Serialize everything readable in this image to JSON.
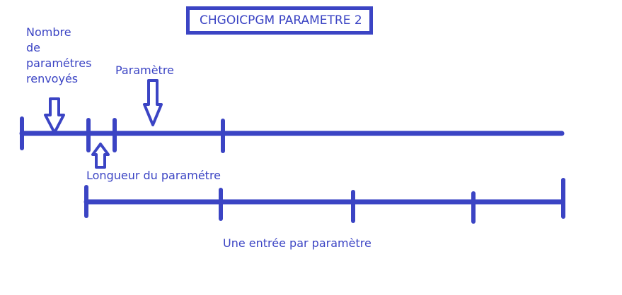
{
  "colors": {
    "stroke": "#3b44c4",
    "text": "#3b44c4",
    "background": "#ffffff"
  },
  "title": "CHGOICPGM PARAMETRE 2",
  "labels": {
    "count_line1": "Nombre",
    "count_line2": "de",
    "count_line3": "paramétres",
    "count_line4": "renvoyés",
    "parameter": "Paramètre",
    "length": "Longueur du paramétre",
    "entry": "Une entrée par paramètre"
  },
  "icons": {
    "count_arrow": "down-arrow-icon",
    "parameter_arrow": "down-arrow-icon",
    "length_arrow": "up-arrow-icon"
  }
}
